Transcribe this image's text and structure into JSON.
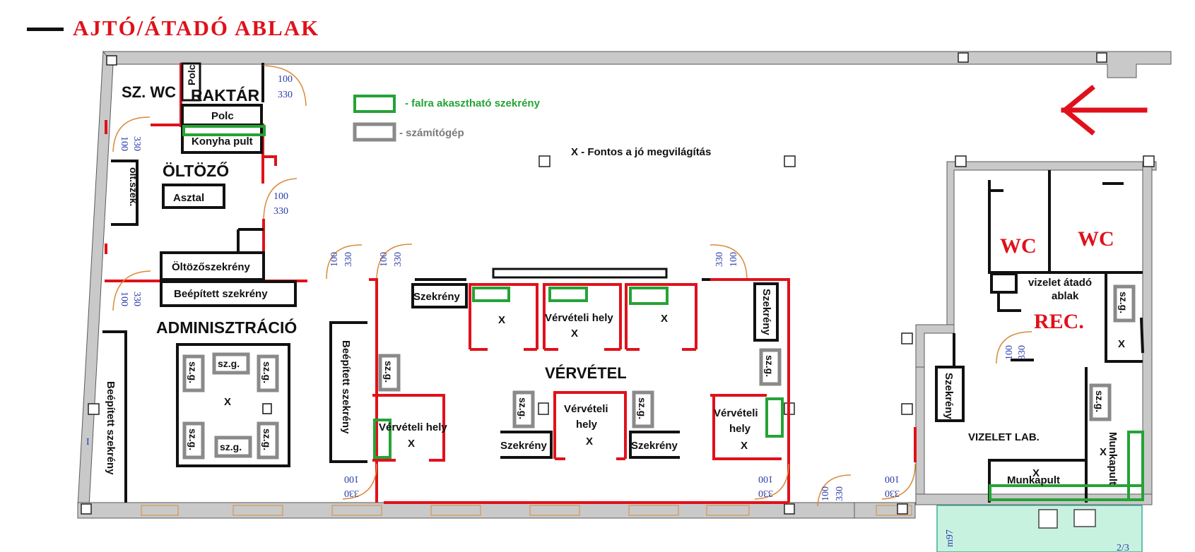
{
  "header": {
    "legend_door": "AJTÓ/ÁTADÓ ABLAK"
  },
  "legend": {
    "wall_cabinet": "- falra akasztható szekrény",
    "computer": "- számítógép",
    "lighting_note": "X - Fontos a jó megvilágítás"
  },
  "rooms": {
    "sz_wc": "SZ. WC",
    "raktar": "RAKTÁR",
    "oltozo": "ÖLTÖZŐ",
    "adminisztracio": "ADMINISZTRÁCIÓ",
    "vervetel": "VÉRVÉTEL",
    "wc1": "WC",
    "wc2": "WC",
    "rec": "REC.",
    "vizelet_lab": "VIZELET LAB."
  },
  "furniture": {
    "polc_vertical": "Polc",
    "polc": "Polc",
    "konyha_pult": "Konyha pult",
    "olt_szek": "ölt.szek.",
    "asztal": "Asztal",
    "oltozoszekreny": "Öltözőszekrény",
    "beepitett_szekreny": "Beépített szekrény",
    "beepitett_left": "Beépített szekrény",
    "beepitett_mid": "Beépített szekrény",
    "szekreny": "Szekrény",
    "szekreny_right": "Szekrény",
    "szekreny_b1": "Szekrény",
    "szekreny_b2": "Szekrény",
    "szekreny_vl": "Szekrény",
    "vizelet_atado_1": "vizelet átadó",
    "vizelet_atado_2": "ablak",
    "munkapult": "Munkapult",
    "munkapult_v": "Munkapult"
  },
  "stations": {
    "top_mid": "Vérvételi hely",
    "bottom_left": "Vérvételi hely",
    "bottom_mid_1": "Vérvételi",
    "bottom_mid_2": "hely",
    "bottom_right_1": "Vérvételi",
    "bottom_right_2": "hely"
  },
  "computer_label": "sz.g.",
  "mark": "X",
  "dims": {
    "a": "100",
    "b": "330",
    "c": "I"
  },
  "partial": {
    "m97": "m97",
    "frac": "2/3"
  },
  "colors": {
    "red": "#e0111b",
    "green": "#25a336",
    "gray": "#8a8a8a",
    "wall": "#c9c9c9",
    "lab_fill": "#c8f2e0"
  }
}
